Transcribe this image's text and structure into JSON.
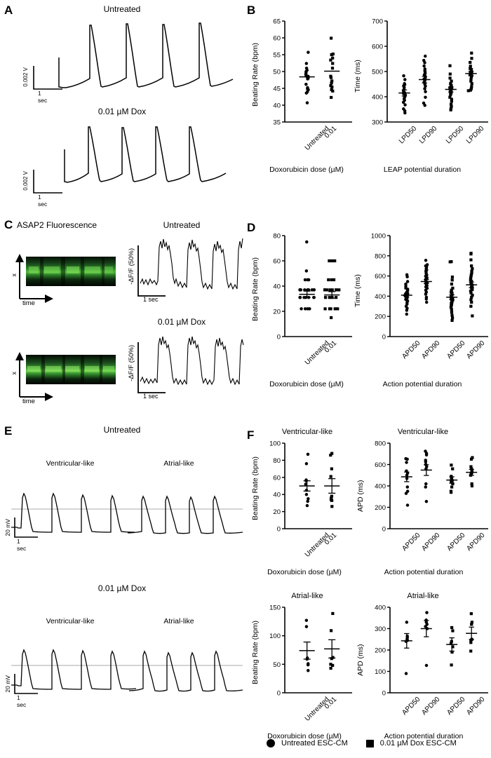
{
  "figure": {
    "panels": [
      "A",
      "B",
      "C",
      "D",
      "E",
      "F"
    ]
  },
  "panelA": {
    "label": "A",
    "titles": {
      "untreated": "Untreated",
      "dox": "0.01 µM Dox"
    },
    "scalebar": {
      "y": "0.002 V",
      "x": "1 sec"
    }
  },
  "panelB": {
    "label": "B",
    "left": {
      "ylabel": "Beating Rate (bpm)",
      "xlabel": "Doxorubicin dose (µM)",
      "ticks": [
        "65",
        "60",
        "55",
        "50",
        "45",
        "40",
        "35"
      ],
      "categories": [
        "Untreated",
        "0.01"
      ]
    },
    "right": {
      "ylabel": "Time (ms)",
      "xlabel": "LEAP potential duration",
      "ticks": [
        "700",
        "600",
        "500",
        "400",
        "300"
      ],
      "categories": [
        "LPD50",
        "LPD90",
        "LPD50",
        "LPD90"
      ]
    }
  },
  "panelC": {
    "label": "C",
    "heading": "ASAP2 Fluorescence",
    "titles": {
      "untreated": "Untreated",
      "dox": "0.01 µM Dox"
    },
    "axes": {
      "x": "x",
      "time": "time"
    },
    "scalebar": {
      "y": "-ΔF/F (50%)",
      "x": "1 sec"
    }
  },
  "panelD": {
    "label": "D",
    "left": {
      "ylabel": "Beating Rate (bpm)",
      "xlabel": "Doxorubicin dose (µM)",
      "ticks": [
        "80",
        "60",
        "40",
        "20",
        "0"
      ],
      "categories": [
        "Untreated",
        "0.01"
      ]
    },
    "right": {
      "ylabel": "Time (ms)",
      "xlabel": "Action potential duration",
      "ticks": [
        "1000",
        "800",
        "600",
        "400",
        "200",
        "0"
      ],
      "categories": [
        "APD50",
        "APD90",
        "APD50",
        "APD90"
      ]
    }
  },
  "panelE": {
    "label": "E",
    "titles": {
      "untreated": "Untreated",
      "dox": "0.01 µM Dox"
    },
    "subtitles": {
      "vent": "Ventricular-like",
      "atrial": "Atrial-like"
    },
    "scalebar": {
      "y": "20 mV",
      "x": "1 sec"
    }
  },
  "panelF": {
    "label": "F",
    "topleft": {
      "title": "Ventricular-like",
      "ylabel": "Beating Rate (bpm)",
      "xlabel": "Doxorubicin dose (µM)",
      "ticks": [
        "100",
        "80",
        "60",
        "40",
        "20",
        "0"
      ],
      "categories": [
        "Untreated",
        "0.01"
      ]
    },
    "topright": {
      "title": "Ventricular-like",
      "ylabel": "APD (ms)",
      "xlabel": "Action potential duration",
      "ticks": [
        "800",
        "600",
        "400",
        "200",
        "0"
      ],
      "categories": [
        "APD50",
        "APD90",
        "APD50",
        "APD90"
      ]
    },
    "bottomleft": {
      "title": "Atrial-like",
      "ylabel": "Beating Rate (bpm)",
      "xlabel": "Doxorubicin dose (µM)",
      "ticks": [
        "150",
        "100",
        "50",
        "0"
      ],
      "categories": [
        "Untreated",
        "0.01"
      ]
    },
    "bottomright": {
      "title": "Atrial-like",
      "ylabel": "APD (ms)",
      "xlabel": "Action potential duration",
      "ticks": [
        "400",
        "300",
        "200",
        "100",
        "0"
      ],
      "categories": [
        "APD50",
        "APD90",
        "APD50",
        "APD90"
      ]
    }
  },
  "legend": {
    "circle_label": "Untreated ESC-CM",
    "square_label": "0.01 µM Dox  ESC-CM"
  },
  "chart_data": [
    {
      "id": "B-left",
      "type": "scatter",
      "title": "",
      "ylabel": "Beating Rate (bpm)",
      "xlabel": "Doxorubicin dose (µM)",
      "ylim": [
        35,
        65
      ],
      "yticks": [
        35,
        40,
        45,
        50,
        55,
        60,
        65
      ],
      "grid": false,
      "groups": [
        {
          "name": "Untreated",
          "marker": "circle",
          "mean": 48.4,
          "values": [
            55.7,
            52.4,
            51.0,
            50.4,
            50.0,
            49.6,
            49.2,
            48.8,
            48.6,
            48.4,
            48.2,
            48.0,
            47.8,
            46.2,
            45.2,
            44.8,
            44.6,
            44.0,
            43.6,
            40.7
          ]
        },
        {
          "name": "0.01",
          "marker": "square",
          "mean": 50.1,
          "values": [
            59.9,
            55.2,
            55.0,
            54.0,
            53.4,
            52.4,
            51.0,
            48.6,
            48.2,
            47.2,
            46.6,
            45.8,
            45.4,
            44.6,
            44.2,
            42.3
          ]
        }
      ]
    },
    {
      "id": "B-right",
      "type": "scatter",
      "title": "",
      "ylabel": "Time (ms)",
      "xlabel": "LEAP potential duration",
      "ylim": [
        300,
        700
      ],
      "yticks": [
        300,
        400,
        500,
        600,
        700
      ],
      "grid": false,
      "groups": [
        {
          "name": "LPD50",
          "marker": "circle",
          "mean": 415,
          "sem": 12,
          "values": [
            483,
            468,
            452,
            448,
            443,
            437,
            430,
            425,
            420,
            416,
            412,
            408,
            404,
            398,
            392,
            386,
            378,
            368,
            352,
            344,
            336
          ]
        },
        {
          "name": "LPD90",
          "marker": "circle",
          "mean": 468,
          "sem": 13,
          "values": [
            561,
            544,
            535,
            522,
            510,
            503,
            498,
            492,
            487,
            481,
            475,
            470,
            464,
            458,
            450,
            442,
            432,
            420,
            398,
            375,
            366
          ]
        },
        {
          "name": "LPD50",
          "marker": "square",
          "mean": 429,
          "sem": 10,
          "values": [
            523,
            490,
            474,
            462,
            452,
            445,
            440,
            436,
            432,
            428,
            424,
            420,
            415,
            408,
            398,
            390,
            382,
            370,
            362,
            354,
            348
          ]
        },
        {
          "name": "LPD90",
          "marker": "square",
          "mean": 492,
          "sem": 9,
          "values": [
            573,
            552,
            536,
            521,
            512,
            508,
            504,
            500,
            497,
            494,
            491,
            488,
            484,
            478,
            470,
            462,
            452,
            440,
            432,
            426,
            424
          ]
        }
      ]
    },
    {
      "id": "D-left",
      "type": "scatter",
      "title": "",
      "ylabel": "Beating Rate (bpm)",
      "xlabel": "Doxorubicin dose (µM)",
      "ylim": [
        0,
        80
      ],
      "yticks": [
        0,
        20,
        40,
        60,
        80
      ],
      "grid": false,
      "groups": [
        {
          "name": "Untreated",
          "marker": "circle",
          "mean": 33.5,
          "sem": 2.5,
          "values": [
            75,
            52,
            45,
            45,
            45,
            37,
            37,
            37,
            37,
            37,
            37,
            37,
            37,
            37,
            31,
            31,
            31,
            31,
            31,
            31,
            31,
            22,
            22,
            22,
            22
          ]
        },
        {
          "name": "0.01",
          "marker": "square",
          "mean": 33.0,
          "sem": 2.6,
          "values": [
            60,
            60,
            60,
            45,
            45,
            45,
            37,
            37,
            37,
            37,
            37,
            37,
            37,
            37,
            31,
            31,
            31,
            31,
            22,
            22,
            22,
            22,
            22,
            15
          ]
        }
      ]
    },
    {
      "id": "D-right",
      "type": "scatter",
      "title": "",
      "ylabel": "Time (ms)",
      "xlabel": "Action potential duration",
      "ylim": [
        0,
        1000
      ],
      "yticks": [
        0,
        200,
        400,
        600,
        800,
        1000
      ],
      "grid": false,
      "groups": [
        {
          "name": "APD50",
          "marker": "circle",
          "mean": 410,
          "sem": 18,
          "values": [
            612,
            592,
            545,
            520,
            500,
            480,
            470,
            455,
            440,
            430,
            425,
            418,
            412,
            408,
            404,
            400,
            394,
            388,
            380,
            368,
            352,
            338,
            322,
            300,
            280,
            260,
            222
          ]
        },
        {
          "name": "APD90",
          "marker": "circle",
          "mean": 545,
          "sem": 20,
          "values": [
            755,
            712,
            700,
            688,
            672,
            660,
            650,
            640,
            625,
            610,
            598,
            582,
            570,
            560,
            550,
            542,
            534,
            526,
            518,
            505,
            492,
            478,
            460,
            440,
            420,
            390,
            372,
            340
          ]
        },
        {
          "name": "APD50",
          "marker": "square",
          "mean": 390,
          "sem": 24,
          "values": [
            742,
            740,
            590,
            560,
            520,
            480,
            460,
            440,
            430,
            415,
            400,
            392,
            382,
            372,
            362,
            352,
            344,
            336,
            328,
            318,
            305,
            290,
            268,
            240,
            210,
            185,
            160
          ]
        },
        {
          "name": "APD90",
          "marker": "square",
          "mean": 512,
          "sem": 28,
          "values": [
            825,
            818,
            760,
            700,
            672,
            648,
            630,
            612,
            595,
            578,
            562,
            548,
            535,
            524,
            512,
            500,
            490,
            478,
            465,
            450,
            432,
            410,
            390,
            365,
            340,
            300,
            205
          ]
        }
      ]
    },
    {
      "id": "F-topleft",
      "type": "scatter",
      "title": "Ventricular-like",
      "ylabel": "Beating Rate (bpm)",
      "xlabel": "Doxorubicin dose (µM)",
      "ylim": [
        0,
        100
      ],
      "yticks": [
        0,
        20,
        40,
        60,
        80,
        100
      ],
      "grid": false,
      "groups": [
        {
          "name": "Untreated",
          "marker": "circle",
          "mean": 50,
          "sem": 6,
          "values": [
            87,
            76,
            57,
            56,
            52,
            45,
            40,
            35,
            32,
            27
          ]
        },
        {
          "name": "0.01",
          "marker": "square",
          "mean": 50,
          "sem": 8.5,
          "values": [
            88,
            86,
            70,
            61,
            38,
            36,
            34,
            33,
            26
          ]
        }
      ]
    },
    {
      "id": "F-topright",
      "type": "scatter",
      "title": "Ventricular-like",
      "ylabel": "APD (ms)",
      "xlabel": "Action potential duration",
      "ylim": [
        0,
        800
      ],
      "yticks": [
        0,
        200,
        400,
        600,
        800
      ],
      "grid": false,
      "groups": [
        {
          "name": "APD50",
          "marker": "circle",
          "mean": 485,
          "sem": 45,
          "values": [
            655,
            650,
            620,
            540,
            520,
            500,
            470,
            390,
            350,
            330,
            220
          ]
        },
        {
          "name": "APD90",
          "marker": "circle",
          "mean": 548,
          "sem": 50,
          "values": [
            725,
            705,
            690,
            640,
            625,
            600,
            580,
            560,
            420,
            390,
            255
          ]
        },
        {
          "name": "APD50",
          "marker": "square",
          "mean": 455,
          "sem": 30,
          "values": [
            595,
            560,
            490,
            470,
            460,
            450,
            440,
            420,
            390,
            350,
            340
          ]
        },
        {
          "name": "APD90",
          "marker": "square",
          "mean": 527,
          "sem": 28,
          "values": [
            665,
            650,
            580,
            560,
            545,
            535,
            525,
            515,
            500,
            420,
            400
          ]
        }
      ]
    },
    {
      "id": "F-bottomleft",
      "type": "scatter",
      "title": "Atrial-like",
      "ylabel": "Beating Rate (bpm)",
      "xlabel": "Doxorubicin dose (µM)",
      "ylim": [
        0,
        150
      ],
      "yticks": [
        0,
        50,
        100,
        150
      ],
      "grid": false,
      "groups": [
        {
          "name": "Untreated",
          "marker": "circle",
          "mean": 74,
          "sem": 15,
          "values": [
            127,
            116,
            61,
            59,
            51,
            49,
            39
          ]
        },
        {
          "name": "0.01",
          "marker": "square",
          "mean": 77,
          "sem": 16,
          "values": [
            139,
            109,
            62,
            60,
            50,
            48,
            43
          ]
        }
      ]
    },
    {
      "id": "F-bottomright",
      "type": "scatter",
      "title": "Atrial-like",
      "ylabel": "APD (ms)",
      "xlabel": "Action potential duration",
      "ylim": [
        0,
        400
      ],
      "yticks": [
        0,
        100,
        200,
        300,
        400
      ],
      "grid": false,
      "groups": [
        {
          "name": "APD50",
          "marker": "circle",
          "mean": 243,
          "sem": 34,
          "values": [
            330,
            265,
            258,
            250,
            245,
            240,
            90
          ]
        },
        {
          "name": "APD90",
          "marker": "circle",
          "mean": 300,
          "sem": 38,
          "values": [
            375,
            340,
            330,
            320,
            310,
            300,
            128
          ]
        },
        {
          "name": "APD50",
          "marker": "square",
          "mean": 226,
          "sem": 31,
          "values": [
            305,
            290,
            240,
            230,
            215,
            190,
            130
          ]
        },
        {
          "name": "APD90",
          "marker": "square",
          "mean": 278,
          "sem": 29,
          "values": [
            370,
            330,
            320,
            250,
            245,
            235,
            195
          ]
        }
      ]
    }
  ]
}
